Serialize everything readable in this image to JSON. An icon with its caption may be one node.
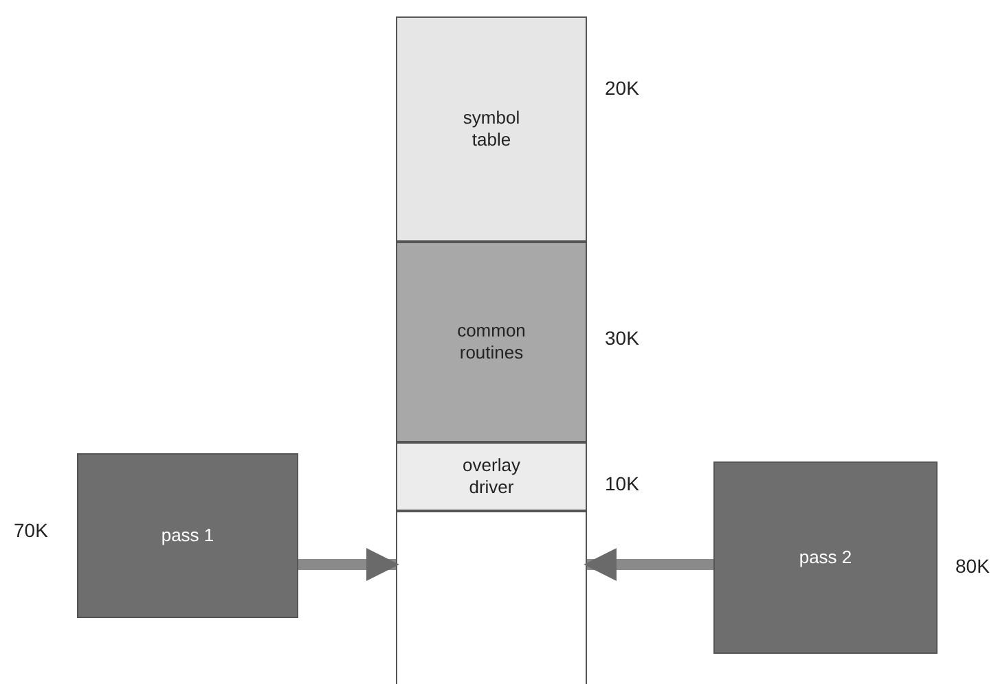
{
  "diagram": {
    "nodes": [
      {
        "text": [
          "symbol table"
        ],
        "beside": [
          "20K"
        ]
      },
      {
        "text": [
          "common routines"
        ],
        "beside": [
          "30K"
        ]
      },
      {
        "text": [
          "overlay driver"
        ],
        "beside": [
          "10K"
        ]
      },
      {
        "text": [],
        "shape": "box"
      },
      {
        "text": [
          "pass 1"
        ],
        "beside": [
          "70K"
        ]
      },
      {
        "text": [
          "pass 2"
        ],
        "beside": [
          "80K"
        ]
      }
    ],
    "edges": [
      {
        "from": 4,
        "to": 3,
        "arrow": "to"
      },
      {
        "from": 5,
        "to": 3,
        "arrow": "to"
      }
    ]
  }
}
